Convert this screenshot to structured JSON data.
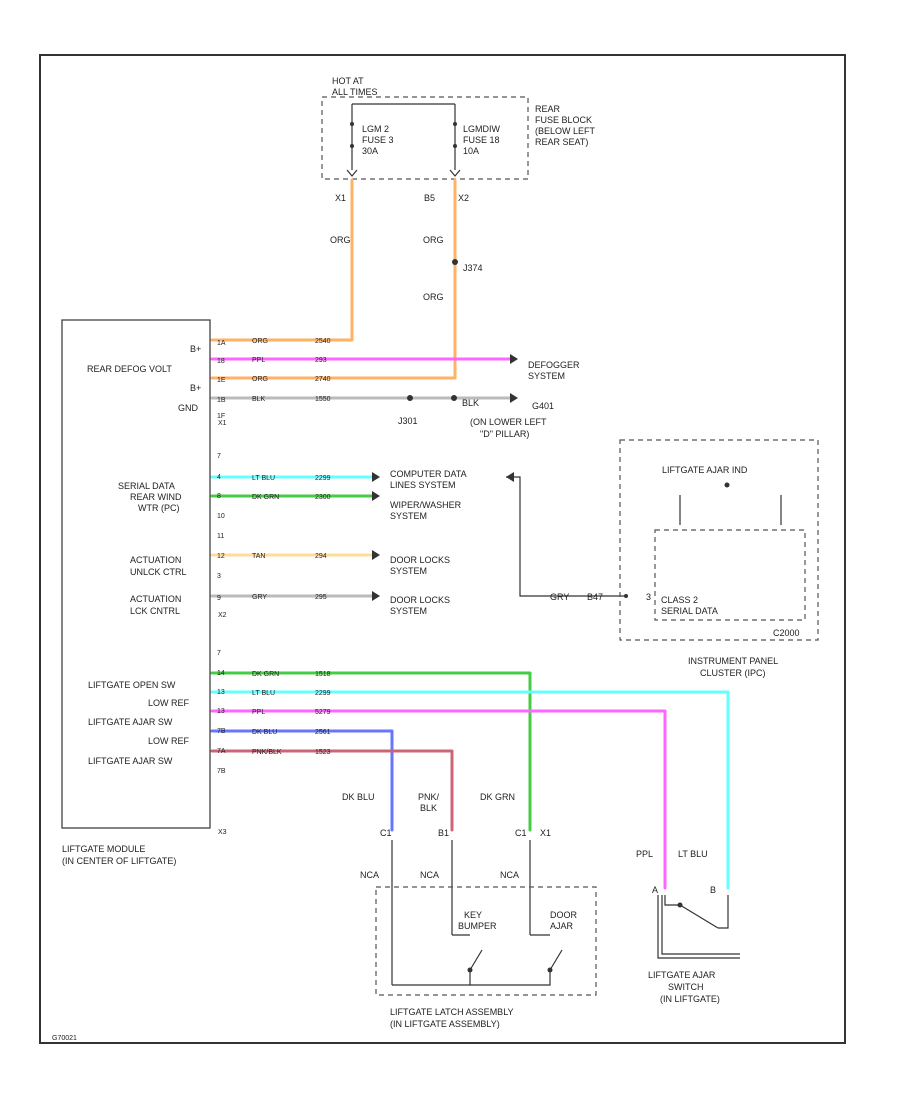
{
  "fuse_block": {
    "title_lines": [
      "HOT AT",
      "ALL TIMES"
    ],
    "name_lines": [
      "REAR",
      "FUSE BLOCK",
      "(BELOW LEFT",
      "REAR SEAT)"
    ],
    "fuse1_lines": [
      "LGM 2",
      "FUSE 3",
      "30A"
    ],
    "fuse2_lines": [
      "LGMDIW",
      "FUSE 18",
      "10A"
    ],
    "fuse1_connector": "X1",
    "fuse2_pin": "B5",
    "fuse2_connector": "X2"
  },
  "upper_wires": {
    "left_color": "ORG",
    "right_color_top": "ORG",
    "splice": "J374",
    "right_color_bottom": "ORG"
  },
  "module": {
    "name_lines": [
      "LIFTGATE MODULE",
      "(IN CENTER OF LIFTGATE)"
    ],
    "signals": {
      "bplus1": "B+",
      "rear_defog": "REAR DEFOG VOLT",
      "bplus2": "B+",
      "gnd": "GND",
      "serial_data": "SERIAL DATA",
      "rear_wiper": "REAR WIND",
      "wtr": "WTR (PC)",
      "unlk_ctrl_1": "ACTUATION",
      "unlk_ctrl_2": "UNLCK CTRL",
      "lck_ctrl_1": "ACTUATION",
      "lck_ctrl_2": "LCK CNTRL",
      "liftgate_open": "LIFTGATE OPEN SW",
      "low_ref1": "LOW REF",
      "liftgate_ajar1": "LIFTGATE AJAR SW",
      "low_ref2": "LOW REF",
      "liftgate_ajar2": "LIFTGATE AJAR SW"
    },
    "connectors": {
      "x1": "X1",
      "x2": "X2",
      "x3": "X3"
    },
    "pins": [
      "1A",
      "18",
      "1E",
      "1B",
      "1F",
      "7",
      "4",
      "8",
      "10",
      "11",
      "12",
      "3",
      "9",
      "7",
      "14",
      "13",
      "13",
      "7B",
      "7A",
      "7B"
    ]
  },
  "rows": [
    {
      "color": "ORG",
      "circuit": "2540"
    },
    {
      "color": "PPL",
      "circuit": "293"
    },
    {
      "color": "ORG",
      "circuit": "2740"
    },
    {
      "color": "BLK",
      "circuit": "1550"
    },
    {
      "color": "LT BLU",
      "circuit": "2299"
    },
    {
      "color": "DK GRN",
      "circuit": "2300"
    },
    {
      "color": "TAN",
      "circuit": "294"
    },
    {
      "color": "GRY",
      "circuit": "295"
    },
    {
      "color": "DK GRN",
      "circuit": "1518"
    },
    {
      "color": "LT BLU",
      "circuit": "2299"
    },
    {
      "color": "PPL",
      "circuit": "5279"
    },
    {
      "color": "DK BLU",
      "circuit": "2561"
    },
    {
      "color": "PNK/BLK",
      "circuit": "1523"
    }
  ],
  "destinations": {
    "defogger": [
      "DEFOGGER",
      "SYSTEM"
    ],
    "ground_splice": "J301",
    "ground_color": "BLK",
    "ground_lines": [
      "G401",
      "(ON LOWER LEFT",
      "\"D\" PILLAR)"
    ],
    "computer_data": [
      "COMPUTER DATA",
      "LINES SYSTEM"
    ],
    "wiper_washer": [
      "WIPER/WASHER",
      "SYSTEM"
    ],
    "door_locks1": [
      "DOOR LOCKS",
      "SYSTEM"
    ],
    "door_locks2": [
      "DOOR LOCKS",
      "SYSTEM"
    ]
  },
  "cluster": {
    "indicator": "LIFTGATE AJAR IND",
    "inner_lines": [
      "CLASS 2",
      "SERIAL DATA"
    ],
    "connector": "C2000",
    "wire_color": "GRY",
    "wire_circuit": "B47",
    "pin": "3",
    "name_lines": [
      "INSTRUMENT PANEL",
      "CLUSTER (IPC)"
    ]
  },
  "latch_wires": {
    "c1": "DK BLU",
    "c2_lines": [
      "PNK/",
      "BLK"
    ],
    "c3": "DK GRN",
    "nca": [
      "NCA",
      "NCA",
      "NCA"
    ],
    "pins": [
      "C1",
      "B1",
      "C1",
      "X1"
    ]
  },
  "latch": {
    "key_lines": [
      "KEY",
      "BUMPER"
    ],
    "door_lines": [
      "DOOR",
      "AJAR"
    ],
    "name_lines": [
      "LIFTGATE LATCH ASSEMBLY",
      "(IN LIFTGATE ASSEMBLY)"
    ]
  },
  "ajar_switch": {
    "wire_left": "PPL",
    "wire_right": "LT BLU",
    "pin_left": "A",
    "pin_right": "B",
    "name_lines": [
      "LIFTGATE AJAR",
      "SWITCH",
      "(IN LIFTGATE)"
    ]
  },
  "footer": {
    "code": "G70021"
  },
  "colors": {
    "orange": "#ffb266",
    "pink": "#ff66ff",
    "cyan": "#66ffff",
    "green": "#44cc44",
    "gray": "#bbbbbb",
    "tan": "#ffdd99",
    "blue": "#6677ff",
    "pnkblk": "#cc6677",
    "black": "#333333"
  }
}
